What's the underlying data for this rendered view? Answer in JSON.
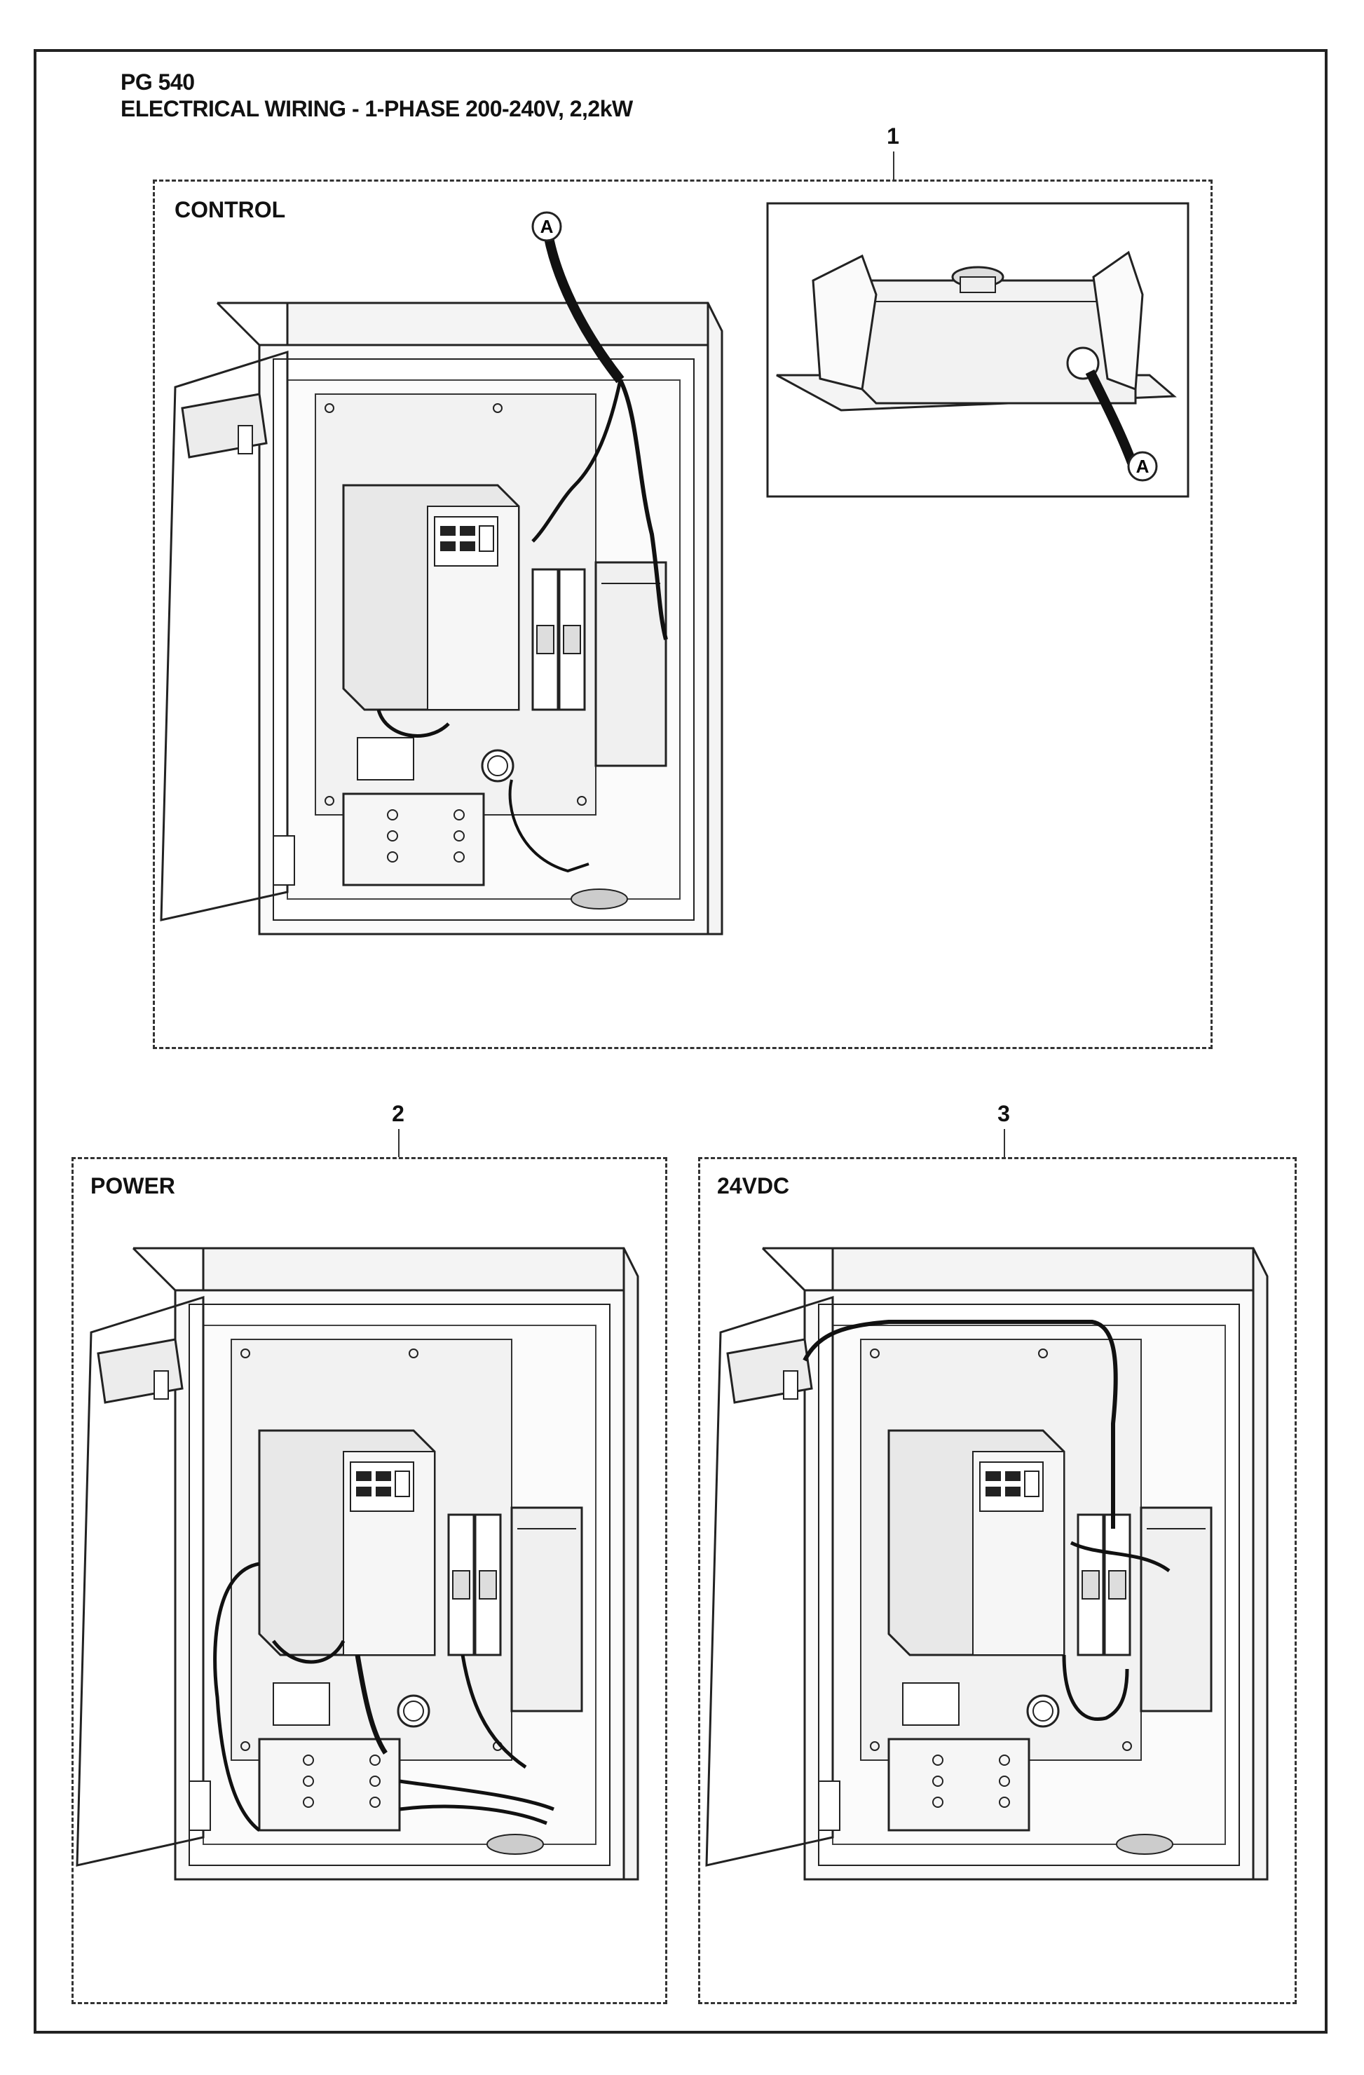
{
  "title": {
    "model": "PG 540",
    "subtitle": "ELECTRICAL WIRING - 1-PHASE 200-240V, 2,2kW"
  },
  "panels": [
    {
      "number": "1",
      "label": "CONTROL"
    },
    {
      "number": "2",
      "label": "POWER"
    },
    {
      "number": "3",
      "label": "24VDC"
    }
  ],
  "connector_marks": {
    "top": "A",
    "detail": "A"
  }
}
